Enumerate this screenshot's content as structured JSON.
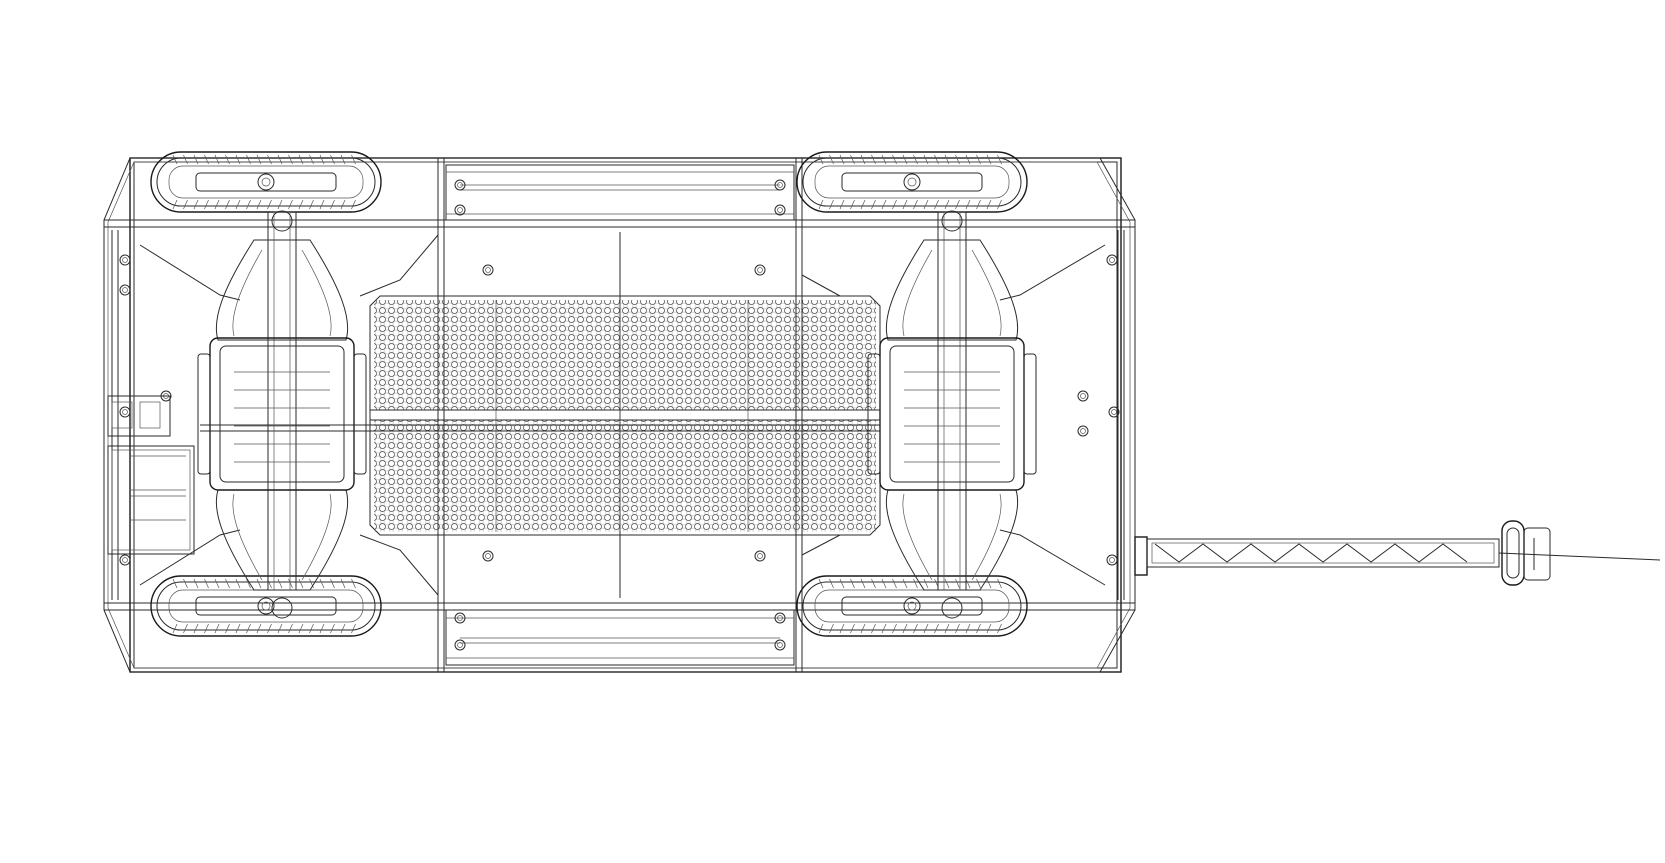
{
  "drawing": {
    "view": "top",
    "style": "line-art",
    "background_color": "#ffffff",
    "line_color": "#2a2a2a",
    "components": [
      "chassis-frame",
      "wheel-front-left",
      "wheel-front-right",
      "wheel-rear-left",
      "wheel-rear-right",
      "axle-front",
      "axle-rear",
      "perforated-deck",
      "battery-box",
      "tow-bar",
      "tow-handle"
    ]
  }
}
